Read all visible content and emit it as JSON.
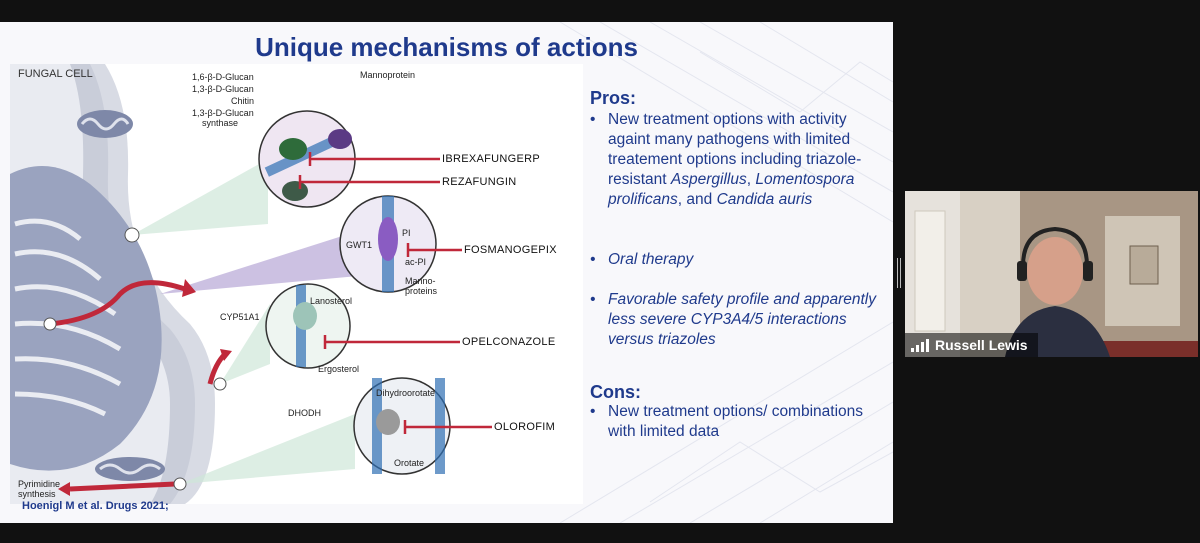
{
  "slide": {
    "title": "Unique mechanisms of actions",
    "citation": "Hoenigl M et al. Drugs 2021;",
    "figure": {
      "cell_title": "FUNGAL CELL",
      "labels": {
        "glucan16": "1,6-β-D-Glucan",
        "glucan13": "1,3-β-D-Glucan",
        "chitin": "Chitin",
        "synthase": "1,3-β-D-Glucan",
        "synthase2": "synthase",
        "mannoprotein": "Mannoprotein",
        "gwt1": "GWT1",
        "pi": "PI",
        "acpi": "ac-PI",
        "mannoproteins1": "Manno-",
        "mannoproteins2": "proteins",
        "cyp": "CYP51A1",
        "lanosterol": "Lanosterol",
        "ergosterol": "Ergosterol",
        "dhodh": "DHODH",
        "dihydroorotate": "Dihydroorotate",
        "orotate": "Orotate",
        "pyrimidine1": "Pyrimidine",
        "pyrimidine2": "synthesis"
      },
      "drugs": [
        "IBREXAFUNGERP",
        "REZAFUNGIN",
        "FOSMANOGEPIX",
        "OPELCONAZOLE",
        "OLOROFIM"
      ]
    },
    "pros": {
      "heading": "Pros:",
      "b1_text": "New treatment options with activity againt many pathogens with limited treatement options including triazole-resistant ",
      "b1_it1": "Aspergillus",
      "b1_sep1": ", ",
      "b1_it2": "Lomentospora prolificans",
      "b1_sep2": ", and ",
      "b1_it3": "Candida auris",
      "b2": "Oral therapy",
      "b3": "Favorable safety profile and apparently less severe CYP3A4/5 interactions versus triazoles"
    },
    "cons": {
      "heading": "Cons:",
      "b1": "New treatment options/ combinations with limited data"
    }
  },
  "video": {
    "participant_name": "Russell Lewis",
    "signal_icon": "signal-bars-icon"
  },
  "colors": {
    "accent": "#1f3a8c",
    "inhibitor": "#c0283a"
  }
}
